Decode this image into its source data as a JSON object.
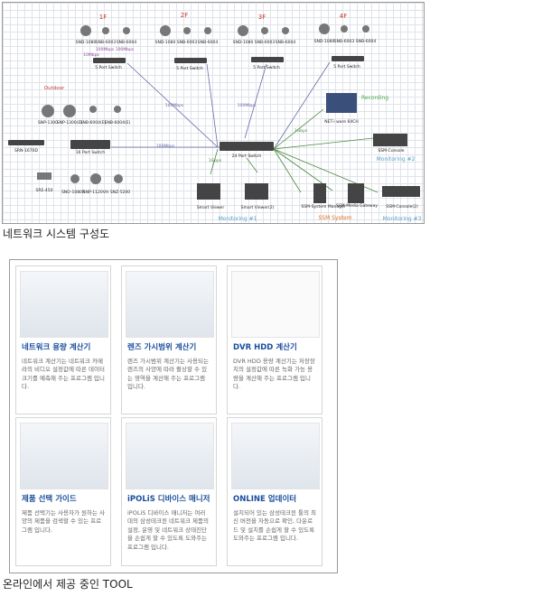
{
  "diagram": {
    "floors": [
      "1F",
      "2F",
      "3F",
      "4F"
    ],
    "floor_cameras": [
      [
        "SND-1080",
        "SNB-6003",
        "SNB-6004"
      ],
      [
        "SND-1080",
        "SNB-6003",
        "SNB-6004"
      ],
      [
        "SND-1080",
        "SNB-6003",
        "SNB-6004"
      ],
      [
        "SND-1080",
        "SNB-6003",
        "SNB-6004"
      ]
    ],
    "switch_5port": "5 Port Switch",
    "speed_10": "10Mbps",
    "speed_100": "100Mbps",
    "speed_1g": "1Gbps",
    "speed_pair": "100Mbps 100Mbps",
    "outdoor": "Outdoor",
    "outdoor_cameras": [
      "SNP-1300",
      "SNP-1300(E)",
      "SNB-6004(E)",
      "SNB-6004(E)"
    ],
    "outdoor_bottom": [
      "SRE-450",
      "SNO-1080R",
      "SNP-1120VH",
      "SNZ-5200"
    ],
    "recorder": "SRN-1670D",
    "switch_16": "16 Port Switch",
    "switch_24": "24 Port Switch",
    "nvr": "NET-i ware 64CH",
    "recording": "Recording",
    "viewers": [
      "Smart Viewer",
      "Smart Viewer(2)"
    ],
    "ssm_console": "SSM-Console",
    "ssm_parts": [
      "SSM-System Manager",
      "SSM-Media Gateway",
      "SSM-Console(2)"
    ],
    "monitoring1": "Monitoring #1",
    "monitoring2": "Monitoring #2",
    "monitoring3": "Monitoring #3",
    "ssm_system": "SSM System",
    "colors": {
      "floor": "#c0392b",
      "recording": "#4aa84a",
      "monitor": "#5aa0c8",
      "ssm": "#e07020",
      "blue_line": "#6a6aa8",
      "green_line": "#4a8a3a"
    }
  },
  "caption_network": "네트워크 시스템 구성도",
  "tools": [
    {
      "title": "네트워크 용량 계산기",
      "desc": "네트워크 계산기는 네트워크 카메라의 비디오 설정값에 따른 데이터 크기를 예측해 주는 프로그램 입니다."
    },
    {
      "title": "렌즈 가시범위 계산기",
      "desc": "렌즈 가시범위 계산기는 사용되는 렌즈의 사양에 따라 촬상할 수 있는 영역을 계산해 주는 프로그램 입니다."
    },
    {
      "title": "DVR HDD 계산기",
      "desc": "DVR HDD 용량 계산기는 저장장치의 설정값에 따른 녹화 가능 용량을 계산해 주는 프로그램 입니다."
    },
    {
      "title": "제품 선택 가이드",
      "desc": "제품 선택기는 사용자가 원하는 사양의 제품을 검색할 수 있는 프로그램 입니다."
    },
    {
      "title": "iPOLiS 디바이스 매니저",
      "desc": "iPOLiS 디바이스 매니저는 여러 대의 삼성테크윈 네트워크 제품의 설정, 운영 및 네트워크 상태진단을 손쉽게 할 수 있도록 도와주는 프로그램 입니다."
    },
    {
      "title": "ONLINE 업데이터",
      "desc": "설치되어 있는 삼성테크윈 툴의 최신 버전을 자동으로 확인, 다운로드 및 설치를 손쉽게 할 수 있도록 도와주는 프로그램 입니다."
    }
  ],
  "caption_tools": "온라인에서 제공 중인 TOOL"
}
